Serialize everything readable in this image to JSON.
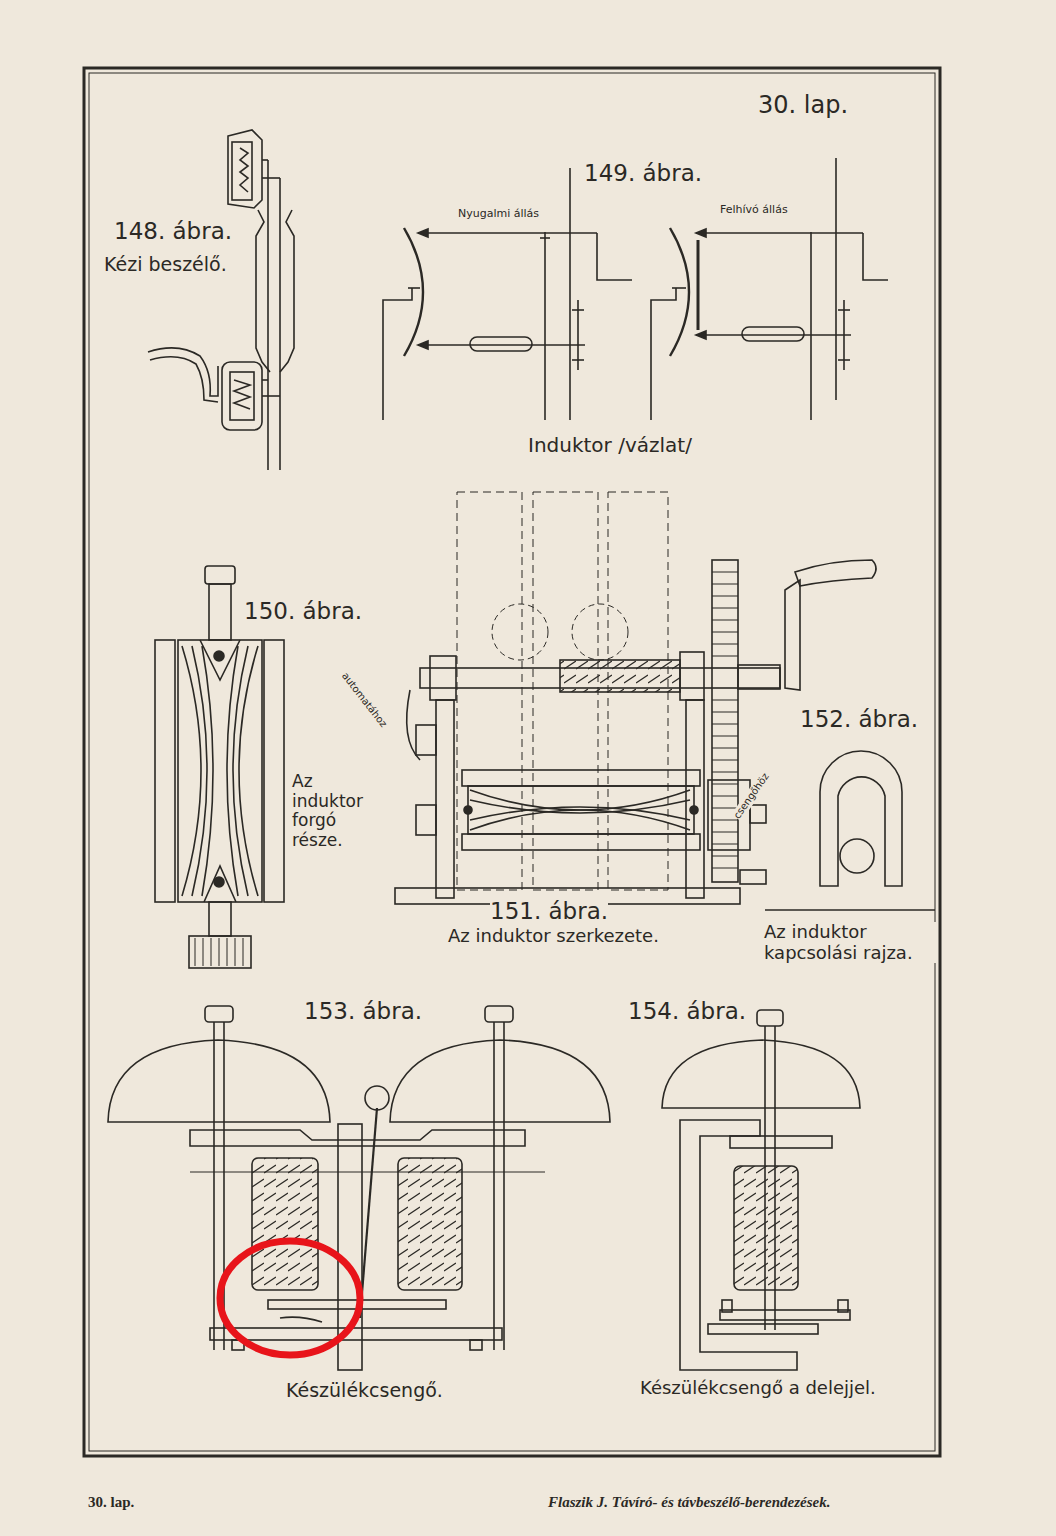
{
  "diagram": {
    "labels": [
      "30. lap.",
      "148. ábra.",
      "Kézi beszélő.",
      "149. ábra.",
      "Nyugalmi állás",
      "Felhívó állás",
      "Induktor /vázlat/",
      "150. ábra.",
      "Az induktor forgó része.",
      "automatához",
      "csengőhöz",
      "151. ábra.",
      "Az induktor szerkezete.",
      "152. ábra.",
      "Az induktor kapcsolási rajza.",
      "153. ábra.",
      "Készülékcsengő.",
      "154. ábra.",
      "Készülékcsengő a delejjel.",
      "30. lap.",
      "Flaszik J. Távíró- és távbeszélő-berendezések."
    ]
  }
}
